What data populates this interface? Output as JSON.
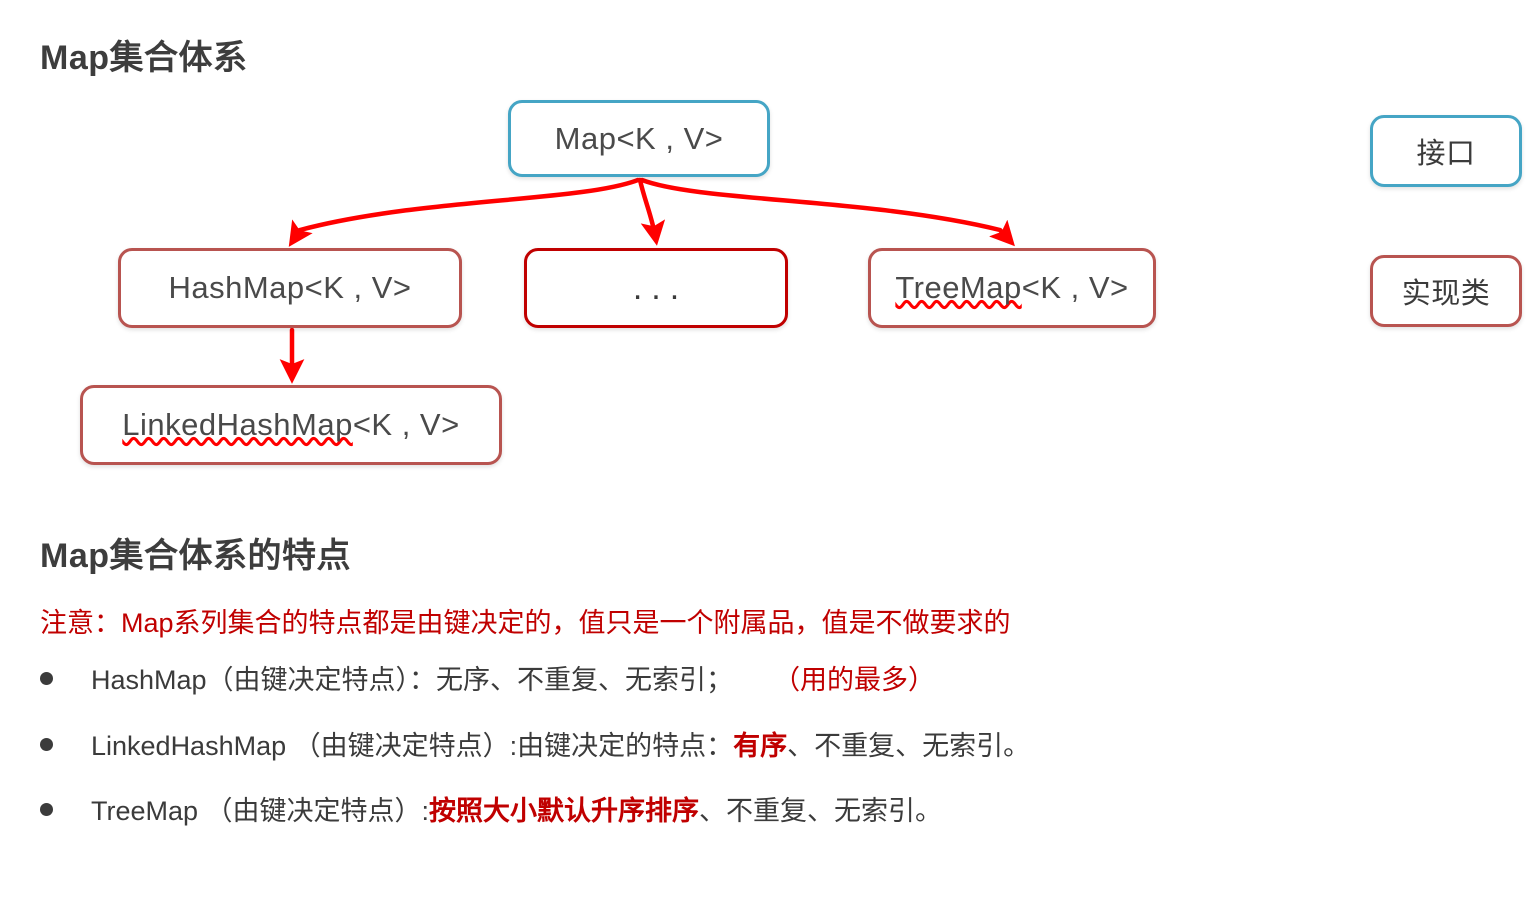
{
  "headings": {
    "main": "Map集合体系",
    "features": "Map集合体系的特点"
  },
  "colors": {
    "interface_border": "#45a5c5",
    "impl_border": "#b85450",
    "dots_border": "#c00000",
    "arrow": "#ff0000",
    "accent_red": "#c00000",
    "text": "#3b3b3b"
  },
  "diagram": {
    "nodes": [
      {
        "id": "map",
        "label": "Map<K , V>",
        "type": "interface",
        "spellcheck_error": false
      },
      {
        "id": "hashmap",
        "label": "HashMap<K , V>",
        "type": "impl",
        "spellcheck_error": false
      },
      {
        "id": "dots",
        "label": "...",
        "type": "dots",
        "spellcheck_error": false
      },
      {
        "id": "treemap",
        "label": "TreeMap<K , V>",
        "type": "impl",
        "spellcheck_error": true,
        "spell_word": "TreeMap",
        "spell_rest": "<K , V>"
      },
      {
        "id": "linkedhashmap",
        "label": "LinkedHashMap<K , V>",
        "type": "impl",
        "spellcheck_error": true,
        "spell_word": "LinkedHashMap",
        "spell_rest": "<K , V>"
      }
    ],
    "edges": [
      {
        "from": "map",
        "to": "hashmap",
        "style": "curved"
      },
      {
        "from": "map",
        "to": "dots",
        "style": "straight"
      },
      {
        "from": "map",
        "to": "treemap",
        "style": "curved"
      },
      {
        "from": "hashmap",
        "to": "linkedhashmap",
        "style": "straight"
      }
    ],
    "legend": [
      {
        "id": "interface",
        "label": "接口",
        "type": "interface"
      },
      {
        "id": "impl",
        "label": "实现类",
        "type": "impl"
      }
    ]
  },
  "features": {
    "note": "注意：Map系列集合的特点都是由键决定的，值只是一个附属品，值是不做要求的",
    "bullets": [
      {
        "id": "hashmap",
        "plain_prefix": "HashMap（由键决定特点）：无序、不重复、无索引；",
        "red_suffix": "（用的最多）",
        "red_suffix_bold": false,
        "plain_middle": "",
        "plain_tail": ""
      },
      {
        "id": "linkedhashmap",
        "plain_prefix": "LinkedHashMap （由键决定特点）:由键决定的特点：",
        "red_suffix": "有序",
        "red_suffix_bold": true,
        "plain_middle": "",
        "plain_tail": "、不重复、无索引。"
      },
      {
        "id": "treemap",
        "plain_prefix": "TreeMap （由键决定特点）:",
        "red_suffix": "按照大小默认升序排序",
        "red_suffix_bold": true,
        "plain_middle": "",
        "plain_tail": "、不重复、无索引。"
      }
    ]
  }
}
